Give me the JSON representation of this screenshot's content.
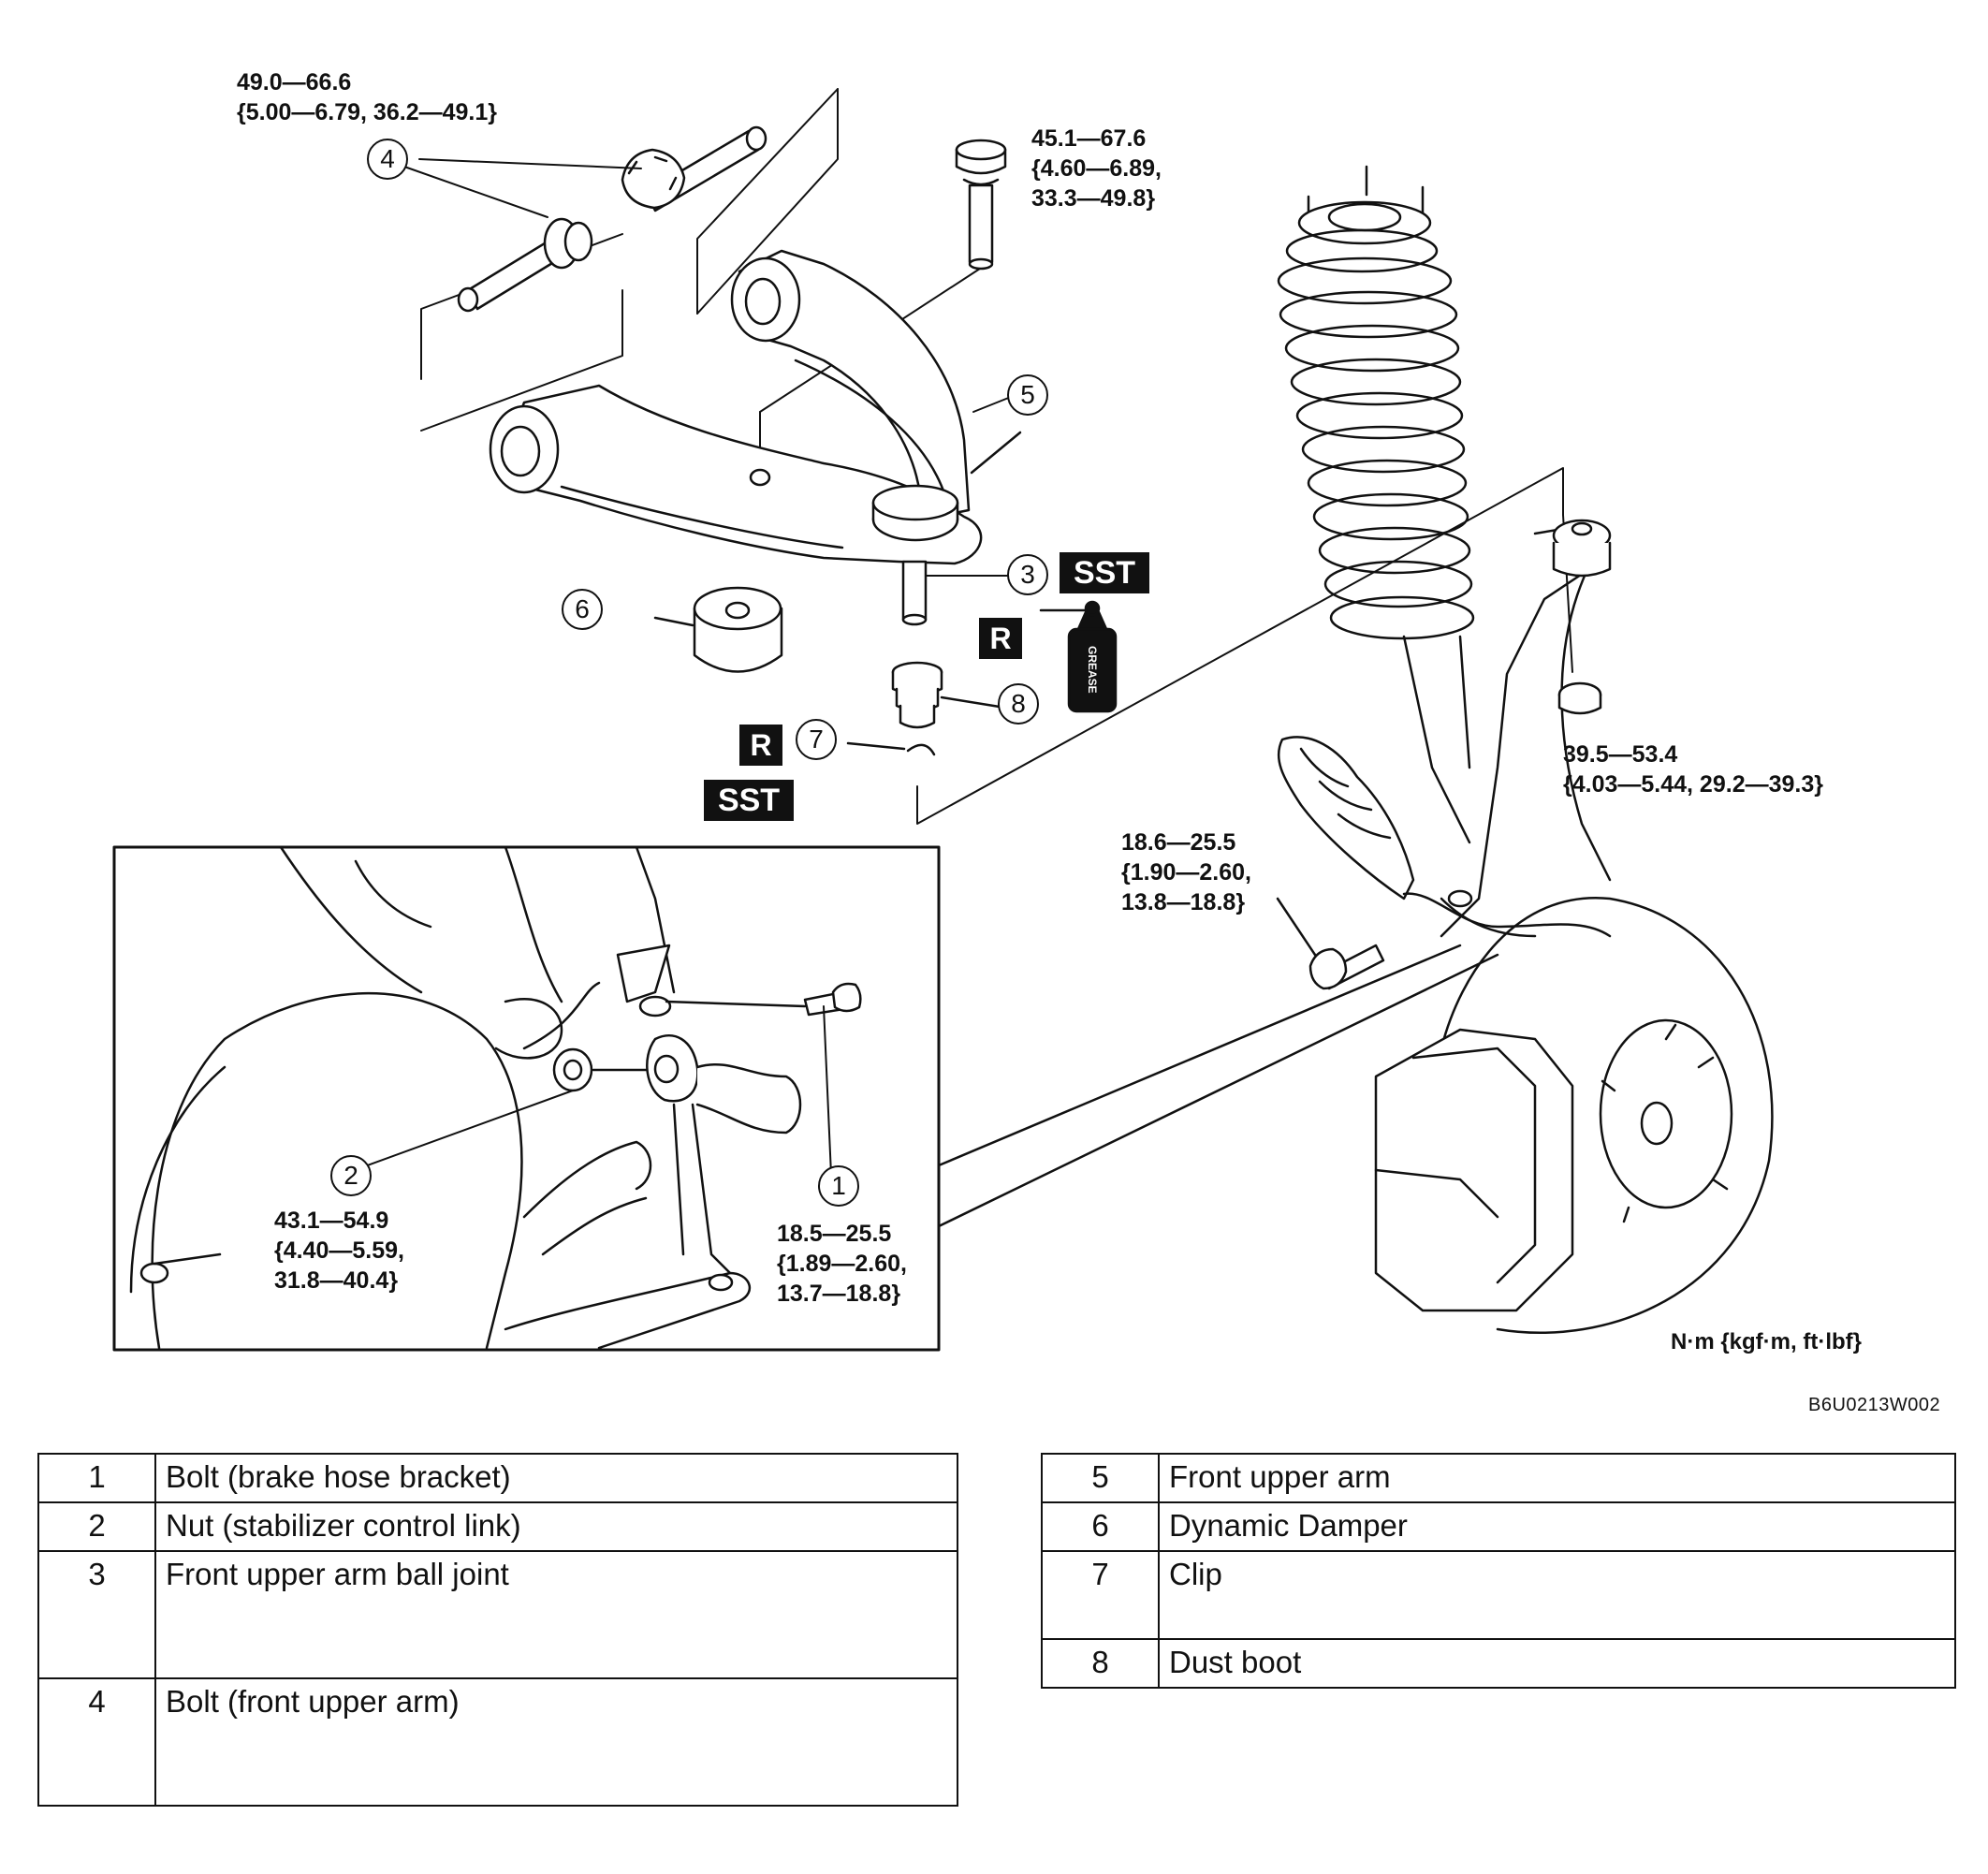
{
  "torques": {
    "bolt4": [
      "49.0—66.6",
      "{5.00—6.79, 36.2—49.1}"
    ],
    "bolt_top": [
      "45.1—67.6",
      "{4.60—6.89,",
      "33.3—49.8}"
    ],
    "nut_knuckle": [
      "39.5—53.4",
      "{4.03—5.44, 29.2—39.3}"
    ],
    "bolt_hose": [
      "18.6—25.5",
      "{1.90—2.60,",
      "13.8—18.8}"
    ],
    "nut2": [
      "43.1—54.9",
      "{4.40—5.59,",
      "31.8—40.4}"
    ],
    "bolt1": [
      "18.5—25.5",
      "{1.89—2.60,",
      "13.7—18.8}"
    ]
  },
  "callouts": {
    "c1": "1",
    "c2": "2",
    "c3": "3",
    "c4": "4",
    "c5": "5",
    "c6": "6",
    "c7": "7",
    "c8": "8"
  },
  "badges": {
    "sst": "SST",
    "r": "R"
  },
  "grease_label": "GREASE",
  "units": "N·m {kgf·m, ft·lbf}",
  "figure_code": "B6U0213W002",
  "parts_left": [
    {
      "num": "1",
      "name": "Bolt (brake hose bracket)"
    },
    {
      "num": "2",
      "name": "Nut (stabilizer control link)"
    },
    {
      "num": "3",
      "name": "Front upper arm ball joint"
    },
    {
      "num": "4",
      "name": "Bolt (front upper arm)"
    }
  ],
  "parts_right": [
    {
      "num": "5",
      "name": "Front upper arm"
    },
    {
      "num": "6",
      "name": "Dynamic Damper"
    },
    {
      "num": "7",
      "name": "Clip"
    },
    {
      "num": "8",
      "name": "Dust boot"
    }
  ]
}
